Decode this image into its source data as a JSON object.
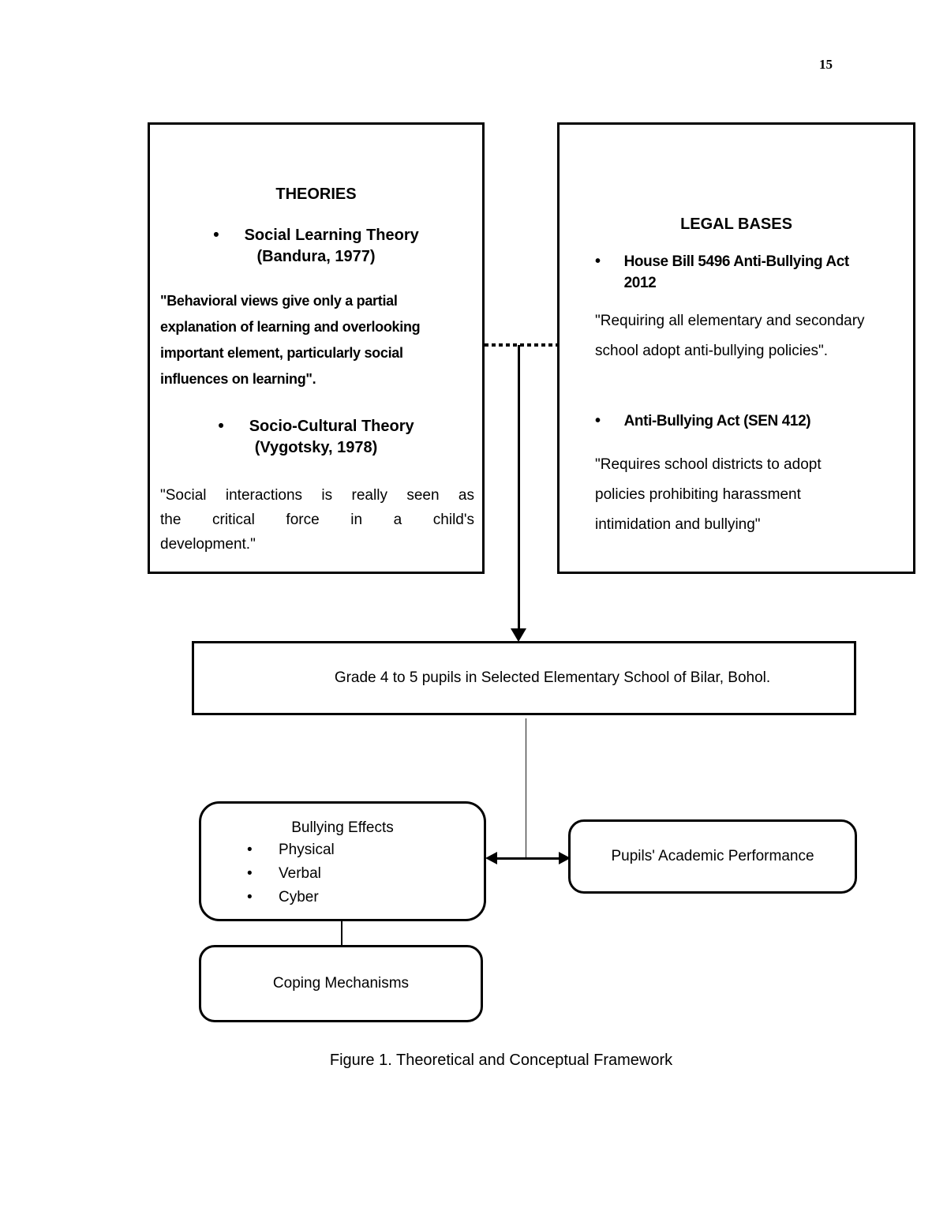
{
  "page": {
    "number": "15",
    "caption": "Figure 1. Theoretical and Conceptual Framework"
  },
  "glyphs": {
    "bullet": "•"
  },
  "theories": {
    "title": "THEORIES",
    "bullets": [
      {
        "title": "Social Learning Theory",
        "subtitle": "(Bandura, 1977)"
      },
      {
        "title": "Socio-Cultural Theory",
        "subtitle": "(Vygotsky, 1978)"
      }
    ],
    "quote1_lines": [
      "\"Behavioral views give only a partial",
      "explanation of learning and overlooking",
      "important element, particularly social",
      "influences on learning\"."
    ],
    "quote2_lines": [
      "\"Social interactions is really seen as",
      "the critical force in a child's",
      "development.\""
    ]
  },
  "legal": {
    "title": "LEGAL BASES",
    "bullet1_lines": [
      "House Bill 5496 Anti-Bullying Act",
      "2012"
    ],
    "quote1_lines": [
      "\"Requiring all elementary and secondary",
      "school adopt anti-bullying policies\"."
    ],
    "bullet2": "Anti-Bullying Act (SEN 412)",
    "quote2_lines": [
      "\"Requires school districts to adopt",
      "policies prohibiting harassment",
      "intimidation and bullying\""
    ]
  },
  "population": {
    "text": "Grade 4 to 5 pupils in Selected Elementary School of Bilar, Bohol."
  },
  "effects": {
    "title": "Bullying Effects",
    "items": [
      "Physical",
      "Verbal",
      "Cyber"
    ]
  },
  "performance": {
    "text": "Pupils' Academic Performance"
  },
  "coping": {
    "text": "Coping Mechanisms"
  }
}
